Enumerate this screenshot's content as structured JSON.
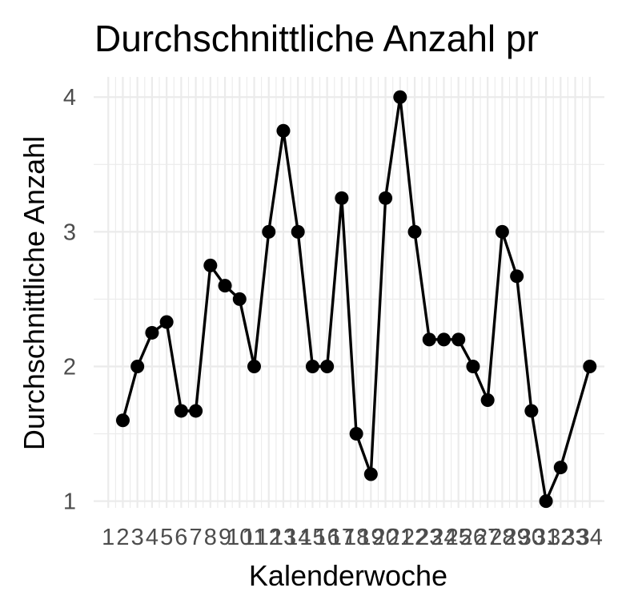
{
  "chart_data": {
    "type": "line",
    "title": "Durchschnittliche Anzahl pr",
    "xlabel": "Kalenderwoche",
    "ylabel": "Durchschnittliche Anzahl",
    "x": [
      1,
      2,
      3,
      4,
      5,
      6,
      7,
      8,
      9,
      10,
      11,
      12,
      13,
      14,
      15,
      16,
      17,
      18,
      19,
      20,
      21,
      22,
      23,
      24,
      25,
      26,
      27,
      28,
      29,
      30,
      31,
      32,
      33,
      34
    ],
    "x_tick_labels": [
      "1",
      "2",
      "3",
      "4",
      "5",
      "6",
      "7",
      "8",
      "9",
      "10",
      "11",
      "12",
      "13",
      "14",
      "15",
      "16",
      "17",
      "18",
      "19",
      "20",
      "21",
      "22",
      "23",
      "24",
      "25",
      "26",
      "27",
      "28",
      "29",
      "30",
      "31",
      "32",
      "33",
      "34"
    ],
    "y_ticks": [
      1,
      2,
      3,
      4
    ],
    "xlim": [
      0,
      35
    ],
    "ylim": [
      0.95,
      4.15
    ],
    "grid": true,
    "series": [
      {
        "color": "#000000",
        "points": [
          [
            2,
            1.6
          ],
          [
            3,
            2.0
          ],
          [
            4,
            2.25
          ],
          [
            5,
            2.33
          ],
          [
            6,
            1.67
          ],
          [
            7,
            1.67
          ],
          [
            8,
            2.75
          ],
          [
            9,
            2.6
          ],
          [
            10,
            2.5
          ],
          [
            11,
            2.0
          ],
          [
            12,
            3.0
          ],
          [
            13,
            3.75
          ],
          [
            14,
            3.0
          ],
          [
            15,
            2.0
          ],
          [
            16,
            2.0
          ],
          [
            17,
            3.25
          ],
          [
            18,
            1.5
          ],
          [
            19,
            1.2
          ],
          [
            20,
            3.25
          ],
          [
            21,
            4.0
          ],
          [
            22,
            3.0
          ],
          [
            23,
            2.2
          ],
          [
            24,
            2.2
          ],
          [
            25,
            2.2
          ],
          [
            26,
            2.0
          ],
          [
            27,
            1.75
          ],
          [
            28,
            3.0
          ],
          [
            29,
            2.67
          ],
          [
            30,
            1.67
          ],
          [
            31,
            1.0
          ],
          [
            32,
            1.25
          ],
          [
            34,
            2.0
          ]
        ]
      }
    ]
  }
}
